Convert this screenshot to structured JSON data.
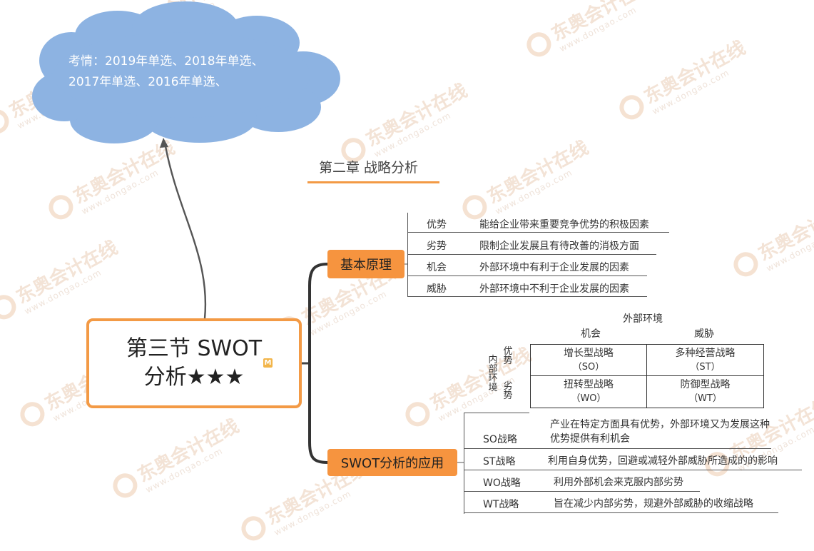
{
  "cloud": {
    "text": "考情：2019年单选、2018年单选、2017年单选、2016年单选、"
  },
  "chapter": {
    "title": "第二章 战略分析"
  },
  "root": {
    "line1": "第三节 SWOT",
    "line2": "分析★★★",
    "badge": "M"
  },
  "branches": {
    "basic": {
      "label": "基本原理",
      "rows": [
        {
          "key": "优势",
          "value": "能给企业带来重要竞争优势的积极因素"
        },
        {
          "key": "劣势",
          "value": "限制企业发展且有待改善的消极方面"
        },
        {
          "key": "机会",
          "value": "外部环境中有利于企业发展的因素"
        },
        {
          "key": "威胁",
          "value": "外部环境中不利于企业发展的因素"
        }
      ]
    },
    "application": {
      "label": "SWOT分析的应用",
      "matrix": {
        "title": "外部环境",
        "col_opportunity": "机会",
        "col_threat": "威胁",
        "row_group": "内部环境",
        "row_strength": "优势",
        "row_weakness": "劣势",
        "cells": [
          {
            "name": "增长型战略",
            "code": "（SO）"
          },
          {
            "name": "多种经营战略",
            "code": "（ST）"
          },
          {
            "name": "扭转型战略",
            "code": "（WO）"
          },
          {
            "name": "防御型战略",
            "code": "（WT）"
          }
        ]
      },
      "rows": [
        {
          "key": "SO战略",
          "value": "产业在特定方面具有优势，外部环境又为发展这种优势提供有利机会"
        },
        {
          "key": "ST战略",
          "value": "利用自身优势，回避或减轻外部威胁所造成的的影响"
        },
        {
          "key": "WO战略",
          "value": "利用外部机会来克服内部劣势"
        },
        {
          "key": "WT战略",
          "value": "旨在减少内部劣势，规避外部威胁的收缩战略"
        }
      ]
    }
  },
  "colors": {
    "accent": "#f39a45",
    "branch_fill": "#f6943f",
    "cloud_fill": "#8db3e2",
    "line": "#555555"
  }
}
